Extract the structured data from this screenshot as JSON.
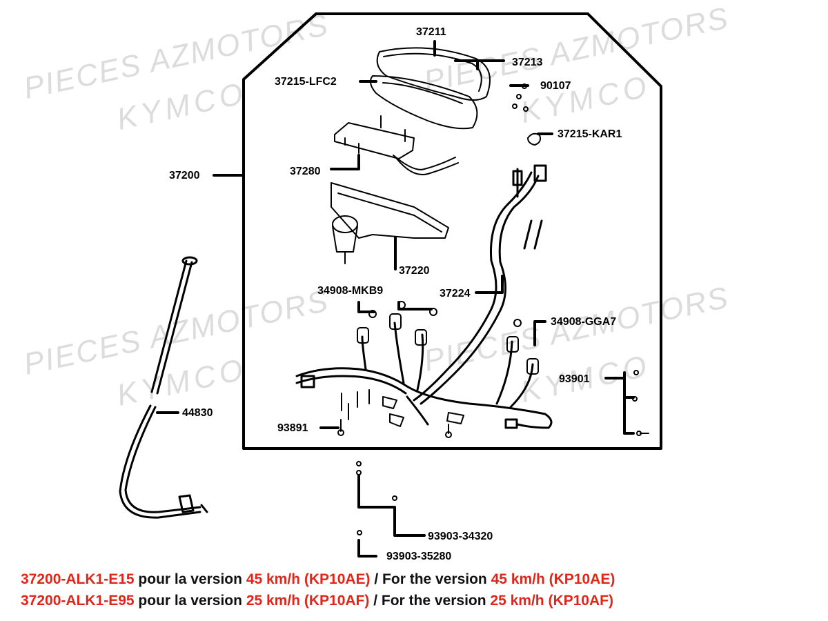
{
  "watermarks": {
    "line1": "PIECES AZMOTORS",
    "line2": "KYMCO"
  },
  "parts": {
    "p37211": "37211",
    "p37213": "37213",
    "p37215_lfc2": "37215-LFC2",
    "p90107": "90107",
    "p37215_kar1": "37215-KAR1",
    "p37200": "37200",
    "p37280": "37280",
    "p37220": "37220",
    "p34908_mkb9": "34908-MKB9",
    "p37224": "37224",
    "p34908_gga7": "34908-GGA7",
    "p93901": "93901",
    "p44830": "44830",
    "p93891": "93891",
    "p93903_34320": "93903-34320",
    "p93903_35280": "93903-35280"
  },
  "notes": [
    {
      "code": "37200-ALK1-E15",
      "text1": " pour la version ",
      "speed1": "45 km/h (KP10AE)",
      "text2": " / For the version ",
      "speed2": "45 km/h (KP10AE)"
    },
    {
      "code": "37200-ALK1-E95",
      "text1": " pour la version ",
      "speed1": "25 km/h (KP10AF)",
      "text2": " / For the version ",
      "speed2": "25 km/h (KP10AF)"
    }
  ],
  "colors": {
    "accent_red": "#e0261b",
    "line": "#000000",
    "watermark": "#dcdcdc"
  }
}
